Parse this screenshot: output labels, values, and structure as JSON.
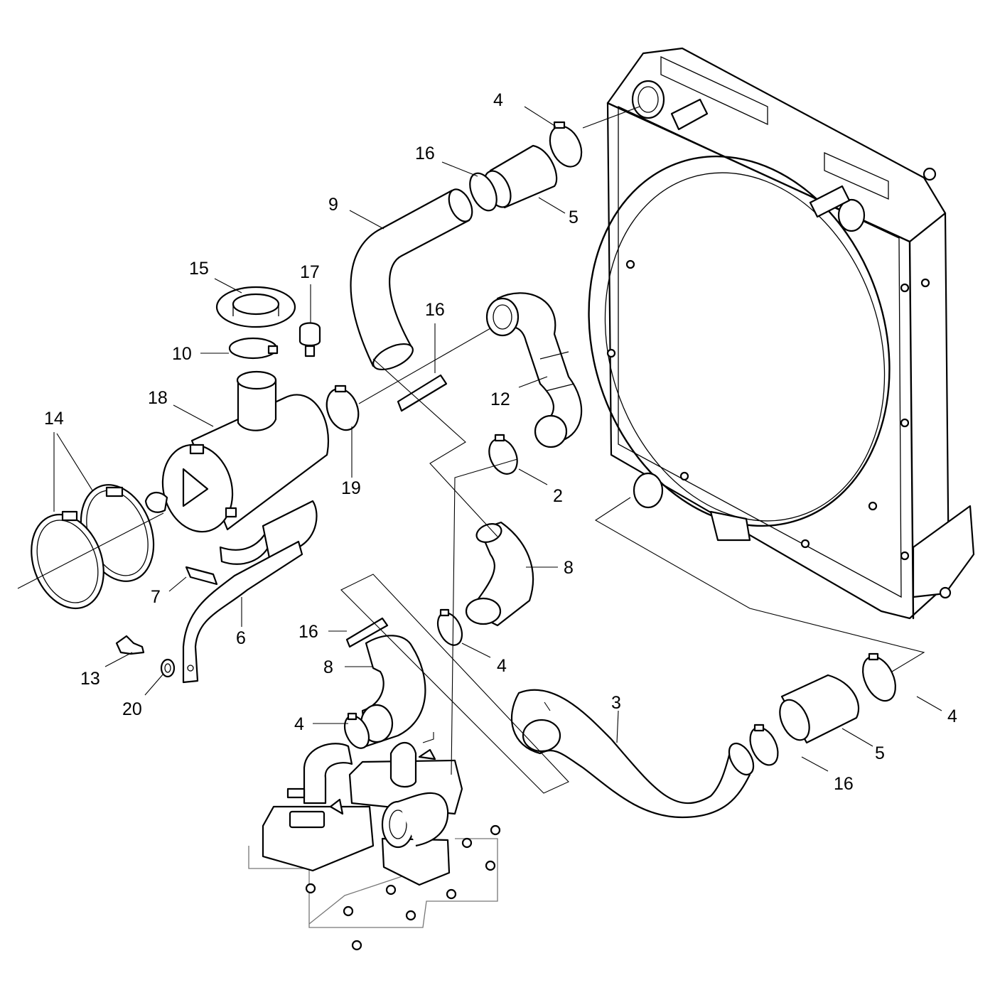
{
  "callouts": [
    {
      "id": "c-4a",
      "text": "4"
    },
    {
      "id": "c-16a",
      "text": "16"
    },
    {
      "id": "c-9",
      "text": "9"
    },
    {
      "id": "c-5a",
      "text": "5"
    },
    {
      "id": "c-15",
      "text": "15"
    },
    {
      "id": "c-17",
      "text": "17"
    },
    {
      "id": "c-16b",
      "text": "16"
    },
    {
      "id": "c-10",
      "text": "10"
    },
    {
      "id": "c-18",
      "text": "18"
    },
    {
      "id": "c-12",
      "text": "12"
    },
    {
      "id": "c-14",
      "text": "14"
    },
    {
      "id": "c-19",
      "text": "19"
    },
    {
      "id": "c-2",
      "text": "2"
    },
    {
      "id": "c-8a",
      "text": "8"
    },
    {
      "id": "c-7",
      "text": "7"
    },
    {
      "id": "c-6",
      "text": "6"
    },
    {
      "id": "c-16c",
      "text": "16"
    },
    {
      "id": "c-8b",
      "text": "8"
    },
    {
      "id": "c-4b",
      "text": "4"
    },
    {
      "id": "c-13",
      "text": "13"
    },
    {
      "id": "c-20",
      "text": "20"
    },
    {
      "id": "c-4c",
      "text": "4"
    },
    {
      "id": "c-3",
      "text": "3"
    },
    {
      "id": "c-4d",
      "text": "4"
    },
    {
      "id": "c-5b",
      "text": "5"
    },
    {
      "id": "c-16d",
      "text": "16"
    }
  ]
}
